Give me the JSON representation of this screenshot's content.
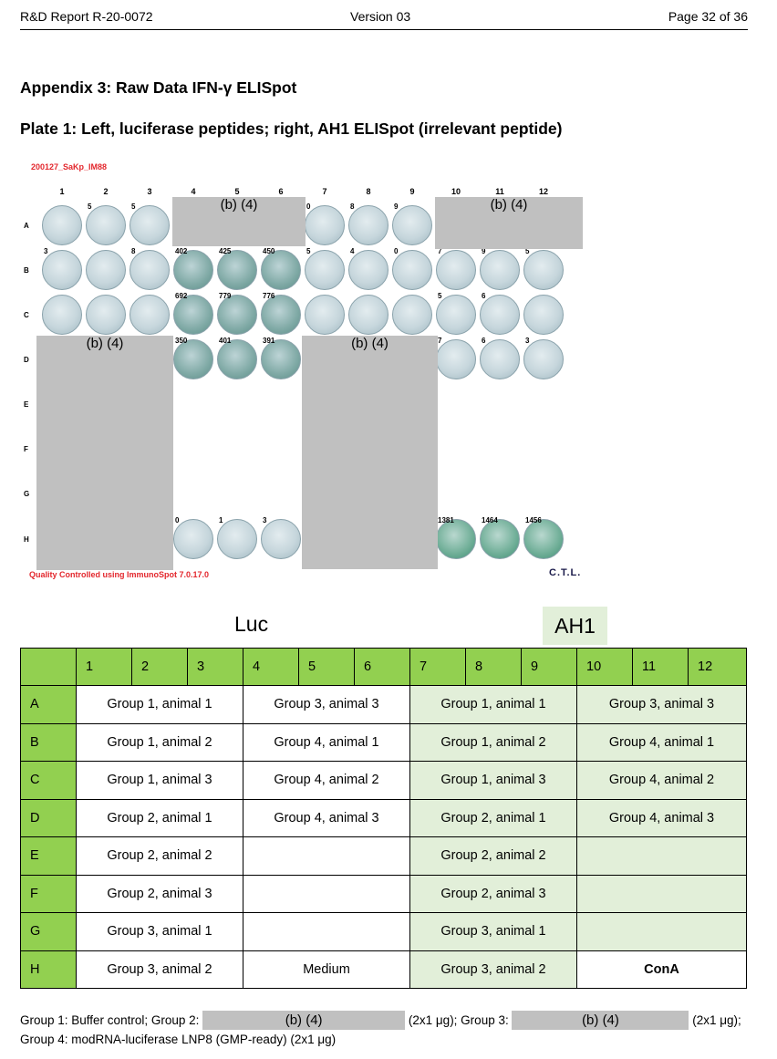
{
  "header": {
    "report": "R&D Report R-20-0072",
    "version": "Version 03",
    "page": "Page 32 of 36"
  },
  "appendix_title": "Appendix 3: Raw Data IFN-γ ELISpot",
  "plate_title": "Plate 1: Left, luciferase peptides; right, AH1 ELISpot (irrelevant peptide)",
  "plate_image": {
    "plate_name": "200127_SaKp_IM88",
    "footer": "Quality Controlled using ImmunoSpot 7.0.17.0",
    "brand": "C.T.L.",
    "columns": [
      "1",
      "2",
      "3",
      "4",
      "5",
      "6",
      "7",
      "8",
      "9",
      "10",
      "11",
      "12"
    ],
    "rows": [
      "A",
      "B",
      "C",
      "D",
      "E",
      "F",
      "G",
      "H"
    ],
    "counts": {
      "A2": "5",
      "A3": "5",
      "A7": "0",
      "A8": "8",
      "A9": "9",
      "B1": "3",
      "B3": "8",
      "B4": "402",
      "B5": "425",
      "B6": "450",
      "B7": "5",
      "B8": "4",
      "B9": "0",
      "B10": "7",
      "B11": "9",
      "B12": "5",
      "C4": "692",
      "C5": "779",
      "C6": "776",
      "C10": "5",
      "C11": "6",
      "D4": "350",
      "D5": "401",
      "D6": "391",
      "D10": "7",
      "D11": "6",
      "D12": "3",
      "H4": "0",
      "H5": "1",
      "H6": "3",
      "H10": "1381",
      "H11": "1464",
      "H12": "1456"
    },
    "redaction_label": "(b) (4)"
  },
  "labels": {
    "luc": "Luc",
    "ah1": "AH1"
  },
  "table": {
    "col_headers": [
      "",
      "1",
      "2",
      "3",
      "4",
      "5",
      "6",
      "7",
      "8",
      "9",
      "10",
      "11",
      "12"
    ],
    "rows": [
      {
        "row": "A",
        "c1": "Group 1, animal 1",
        "c2": "Group 3, animal 3",
        "c3": "Group 1, animal 1",
        "c4": "Group 3, animal 3"
      },
      {
        "row": "B",
        "c1": "Group 1, animal 2",
        "c2": "Group 4, animal 1",
        "c3": "Group 1, animal 2",
        "c4": "Group 4, animal 1"
      },
      {
        "row": "C",
        "c1": "Group 1, animal 3",
        "c2": "Group 4, animal 2",
        "c3": "Group 1, animal 3",
        "c4": "Group 4, animal 2"
      },
      {
        "row": "D",
        "c1": "Group 2, animal 1",
        "c2": "Group 4, animal 3",
        "c3": "Group 2, animal 1",
        "c4": "Group 4, animal 3"
      },
      {
        "row": "E",
        "c1": "Group 2, animal 2",
        "c2": "",
        "c3": "Group 2, animal 2",
        "c4": ""
      },
      {
        "row": "F",
        "c1": "Group 2, animal 3",
        "c2": "",
        "c3": "Group 2, animal 3",
        "c4": ""
      },
      {
        "row": "G",
        "c1": "Group 3, animal 1",
        "c2": "",
        "c3": "Group 3, animal 1",
        "c4": ""
      },
      {
        "row": "H",
        "c1": "Group 3, animal 2",
        "c2": "Medium",
        "c3": "Group 3, animal 2",
        "c4": "ConA"
      }
    ]
  },
  "footnote": {
    "part1": "Group 1: Buffer control; Group 2:",
    "redact1": "(b) (4)",
    "part2": "(2x1 μg); Group 3:",
    "redact2": "(b) (4)",
    "part3": "(2x1 μg); Group 4: modRNA-luciferase LNP8 (GMP-ready) (2x1 μg)"
  }
}
